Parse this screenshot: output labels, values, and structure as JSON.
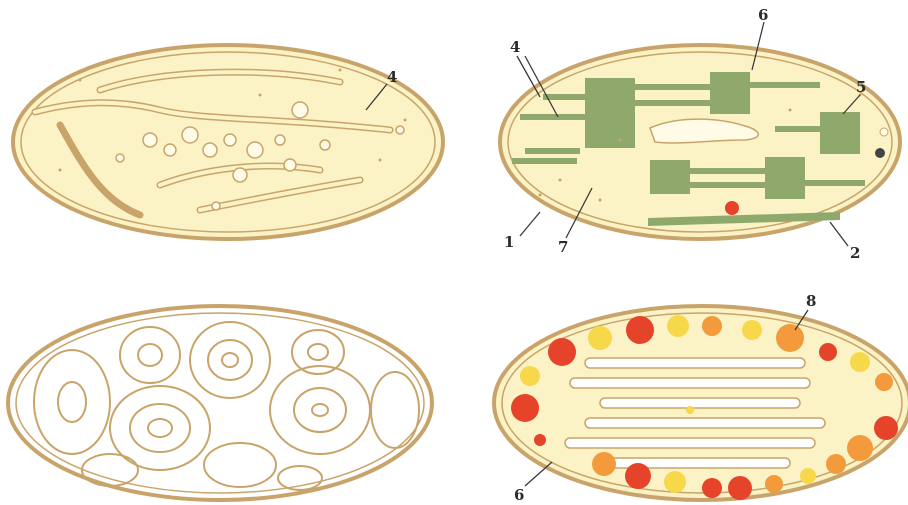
{
  "labels": {
    "cell_a_4": "4",
    "cell_b_4": "4",
    "cell_b_6": "6",
    "cell_b_5": "5",
    "cell_b_1": "1",
    "cell_b_7": "7",
    "cell_b_2": "2",
    "cell_d_8": "8",
    "cell_d_6": "6"
  },
  "colors": {
    "membrane": "#c9a46a",
    "stroma": "#fbf3c6",
    "thylakoid": "#8fa96c",
    "red_pigment": "#e5432a",
    "orange_pigment": "#f29a3c",
    "yellow_pigment": "#f7d84b"
  }
}
